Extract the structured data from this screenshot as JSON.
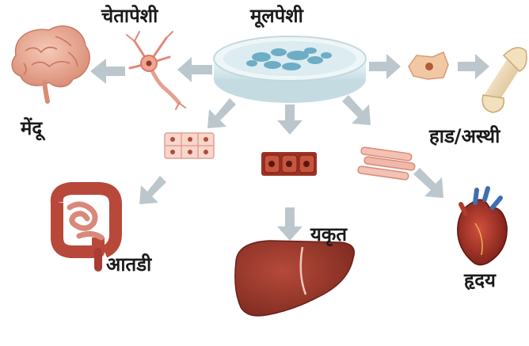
{
  "labels": {
    "stem_cell": "मूलपेशी",
    "nerve_cell": "चेतापेशी",
    "brain": "मेंदू",
    "bone": "हाड/अस्थी",
    "intestine": "आतडी",
    "liver": "यकृत",
    "heart": "हृदय"
  },
  "colors": {
    "arrow": "#b9c4cc",
    "dish": "#dfeff4",
    "cells": "#5fa5bf",
    "brain": "#e8a58f",
    "organ_red": "#a8382c",
    "bone": "#f0dcb4"
  }
}
